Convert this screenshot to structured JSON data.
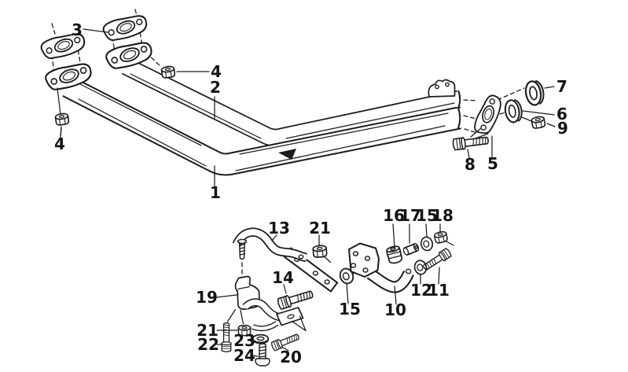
{
  "diagram": {
    "type": "exploded-parts-diagram",
    "background": "#ffffff",
    "line_color": "#1c1c1c"
  },
  "callouts": {
    "c1": {
      "text": "1"
    },
    "c2": {
      "text": "2"
    },
    "c3": {
      "text": "3"
    },
    "c4a": {
      "text": "4"
    },
    "c4b": {
      "text": "4"
    },
    "c5": {
      "text": "5"
    },
    "c6": {
      "text": "6"
    },
    "c7": {
      "text": "7"
    },
    "c8": {
      "text": "8"
    },
    "c9": {
      "text": "9"
    },
    "c10": {
      "text": "10"
    },
    "c11": {
      "text": "11"
    },
    "c12": {
      "text": "12"
    },
    "c13": {
      "text": "13"
    },
    "c14": {
      "text": "14"
    },
    "c15a": {
      "text": "15"
    },
    "c15b": {
      "text": "15"
    },
    "c16": {
      "text": "16"
    },
    "c17": {
      "text": "17"
    },
    "c18": {
      "text": "18"
    },
    "c19": {
      "text": "19"
    },
    "c20": {
      "text": "20"
    },
    "c21a": {
      "text": "21"
    },
    "c21b": {
      "text": "21"
    },
    "c22": {
      "text": "22"
    },
    "c23": {
      "text": "23"
    },
    "c24": {
      "text": "24"
    }
  }
}
